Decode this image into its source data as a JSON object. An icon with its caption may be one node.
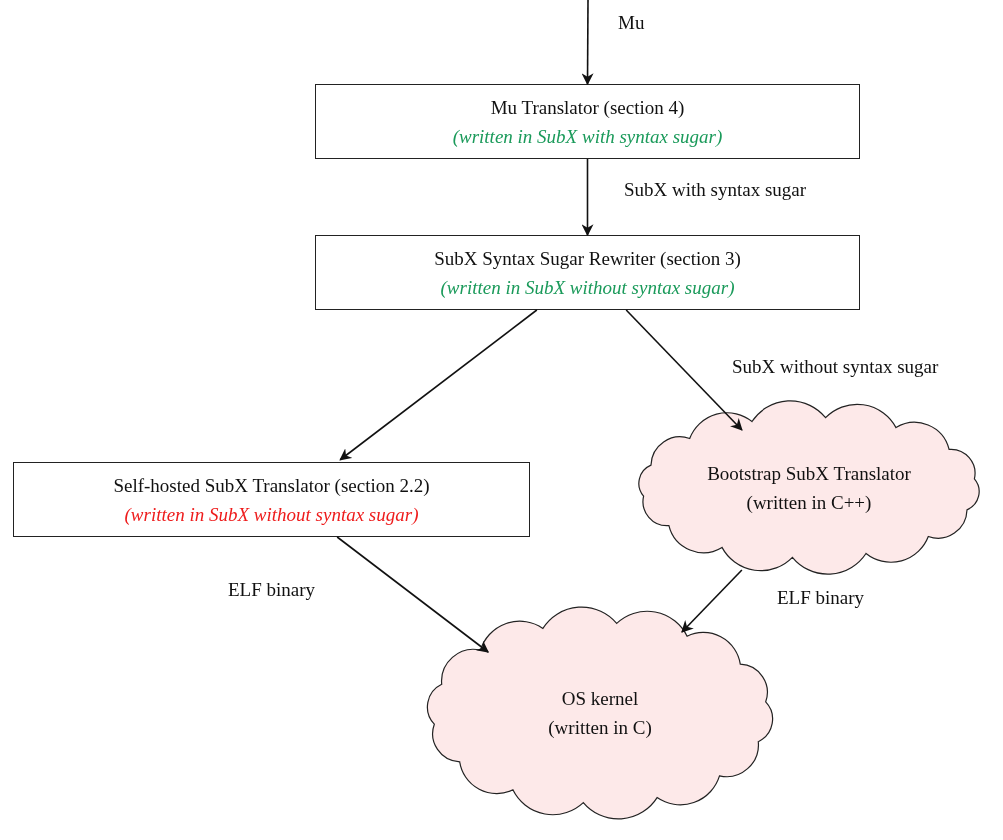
{
  "diagram": {
    "nodes": [
      {
        "text": [
          "Mu Translator (section 4)",
          "(written in SubX with syntax sugar)"
        ]
      },
      {
        "text": [
          "SubX Syntax Sugar Rewriter (section 3)",
          "(written in SubX without syntax sugar)"
        ]
      },
      {
        "text": [
          "Self-hosted SubX Translator (section 2.2)",
          "(written in SubX without syntax sugar)"
        ]
      },
      {
        "text": [
          "Bootstrap SubX Translator",
          "(written in C++)"
        ]
      },
      {
        "text": [
          "OS kernel",
          "(written in C)"
        ]
      }
    ],
    "edges": [
      {
        "from": null,
        "to": 0,
        "arrow": "to",
        "label": "Mu"
      },
      {
        "from": 0,
        "to": 1,
        "arrow": "to",
        "label": "SubX with syntax sugar"
      },
      {
        "from": 1,
        "to": 2,
        "arrow": "to"
      },
      {
        "from": 1,
        "to": 3,
        "arrow": "to",
        "label": "SubX without syntax sugar"
      },
      {
        "from": 2,
        "to": 4,
        "arrow": "to",
        "label": "ELF binary"
      },
      {
        "from": 3,
        "to": 4,
        "arrow": "to",
        "label": "ELF binary"
      }
    ]
  }
}
